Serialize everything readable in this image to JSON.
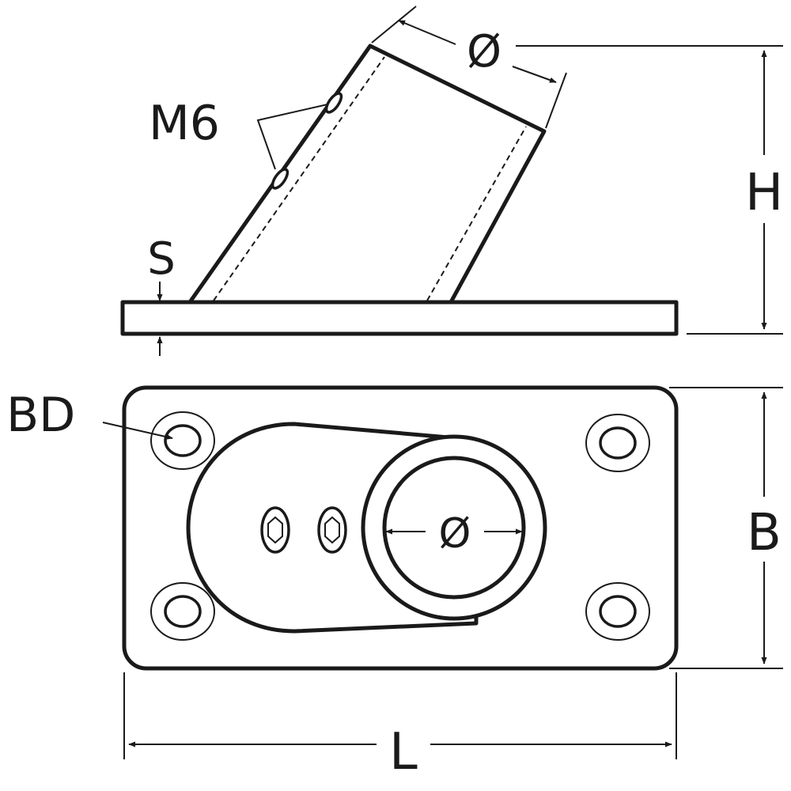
{
  "labels": {
    "tube_diameter": "Ø",
    "thread": "M6",
    "height": "H",
    "thickness": "S",
    "bolt_diameter": "BD",
    "width": "B",
    "length": "L",
    "socket_diameter": "Ø"
  },
  "colors": {
    "line": "#1a1a1a",
    "background": "#ffffff"
  }
}
